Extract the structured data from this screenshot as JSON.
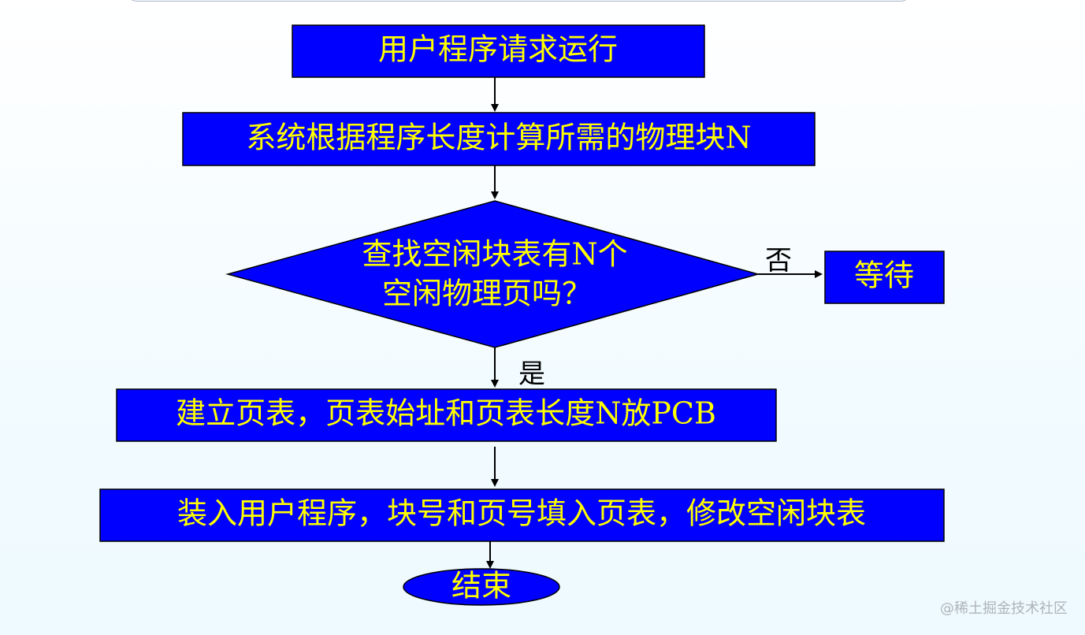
{
  "colors": {
    "box_fill": "#0000ff",
    "box_text": "#ffff00",
    "outline": "#000000"
  },
  "flowchart": {
    "start": "用户程序请求运行",
    "compute": "系统根据程序长度计算所需的物理块N",
    "decision": {
      "line1": "查找空闲块表有N个",
      "line2": "空闲物理页吗？"
    },
    "no_label": "否",
    "wait": "等待",
    "yes_label": "是",
    "build": "建立页表，页表始址和页表长度N放PCB",
    "load": "装入用户程序，块号和页号填入页表，修改空闲块表",
    "end": "结束"
  },
  "watermark": "@稀土掘金技术社区"
}
